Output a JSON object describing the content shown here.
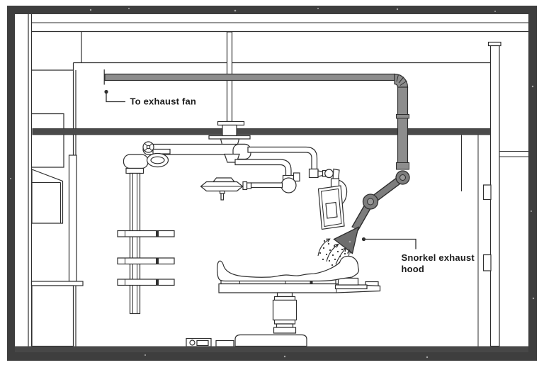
{
  "diagram": {
    "labels": {
      "exhaust_fan": "To exhaust fan",
      "snorkel_hood_line1": "Snorkel exhaust",
      "snorkel_hood_line2": "hood"
    },
    "colors": {
      "background": "#ffffff",
      "outline": "#2e2e2e",
      "border": "#3e3e3e",
      "dark_bar": "#4a4a4a",
      "duct": "#8d8d8d",
      "arm": "#7d7d7d",
      "joint_inner": "#999999",
      "hood": "#6e6e6e",
      "floor": "#474747",
      "label_text": "#1c1c1c"
    }
  }
}
